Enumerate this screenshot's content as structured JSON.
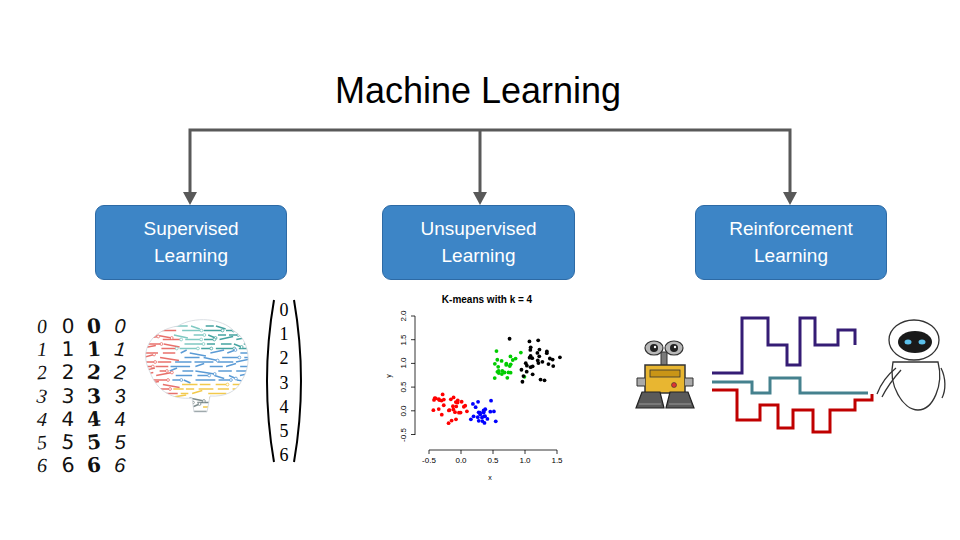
{
  "diagram": {
    "title": "Machine Learning",
    "nodes": [
      {
        "text": [
          "Supervised Learning"
        ]
      },
      {
        "text": [
          "Unsupervised Learning"
        ]
      },
      {
        "text": [
          "Reinforcement Learning"
        ]
      }
    ],
    "labels": [
      "0",
      "0",
      "0",
      "0",
      "1",
      "1",
      "1",
      "1",
      "2",
      "2",
      "2",
      "2",
      "3",
      "3",
      "3",
      "3",
      "4",
      "4",
      "4",
      "4",
      "5",
      "5",
      "5",
      "5",
      "6",
      "6",
      "6",
      "6",
      "0",
      "1",
      "2",
      "3",
      "4",
      "5",
      "6",
      "K-means with k = 4",
      "2.0",
      "1.5",
      "1.0",
      "0.5",
      "0.0",
      "-0.5",
      "-0.5",
      "0.0",
      "0.5",
      "1.0",
      "1.5",
      "y",
      "x"
    ]
  }
}
